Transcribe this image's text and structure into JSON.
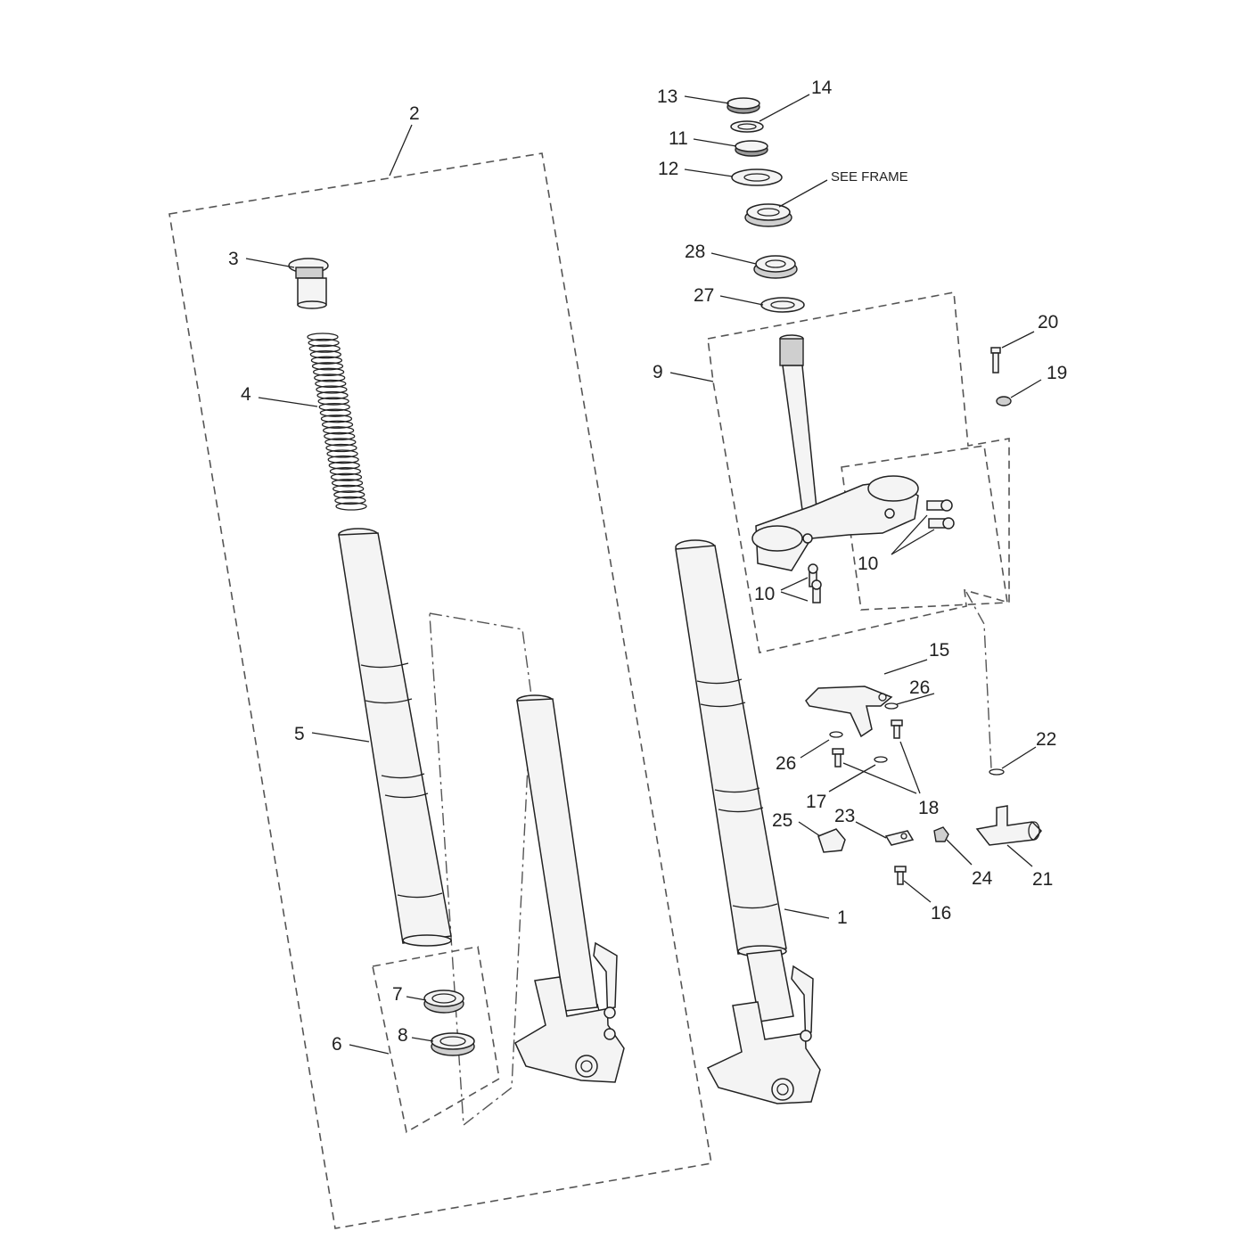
{
  "diagram": {
    "callouts": {
      "c1": "1",
      "c2": "2",
      "c3": "3",
      "c4": "4",
      "c5": "5",
      "c6": "6",
      "c7": "7",
      "c8": "8",
      "c9": "9",
      "c10a": "10",
      "c10b": "10",
      "c11": "11",
      "c12": "12",
      "c13": "13",
      "c14": "14",
      "c15": "15",
      "c16": "16",
      "c17": "17",
      "c18": "18",
      "c19": "19",
      "c20": "20",
      "c21": "21",
      "c22": "22",
      "c23": "23",
      "c24": "24",
      "c25": "25",
      "c26a": "26",
      "c26b": "26",
      "c27": "27",
      "c28": "28"
    },
    "note_see_frame": "SEE FRAME"
  }
}
